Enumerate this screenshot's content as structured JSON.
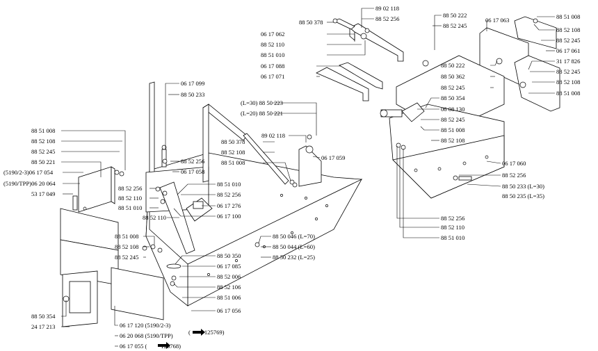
{
  "callouts": [
    {
      "id": "c1",
      "text": "89 02 118"
    },
    {
      "id": "c2",
      "text": "88 50 378"
    },
    {
      "id": "c3",
      "text": "88 52 256"
    },
    {
      "id": "c4",
      "text": "06 17 062"
    },
    {
      "id": "c5",
      "text": "88 52 110"
    },
    {
      "id": "c6",
      "text": "88 51 010"
    },
    {
      "id": "c7",
      "text": "06 17 088"
    },
    {
      "id": "c8",
      "text": "06 17 071"
    },
    {
      "id": "c9",
      "text": "88 50 222"
    },
    {
      "id": "c10",
      "text": "88 52 245"
    },
    {
      "id": "c11",
      "text": "06 17 063"
    },
    {
      "id": "c12",
      "text": "88 51 008"
    },
    {
      "id": "c13",
      "text": "88 52 108"
    },
    {
      "id": "c14",
      "text": "88 52 245"
    },
    {
      "id": "c15",
      "text": "06 17 061"
    },
    {
      "id": "c16",
      "text": "31 17 826"
    },
    {
      "id": "c17",
      "text": "88 52 245"
    },
    {
      "id": "c18",
      "text": "88 52 108"
    },
    {
      "id": "c19",
      "text": "88 51 008"
    },
    {
      "id": "c20",
      "text": "88 50 222"
    },
    {
      "id": "c21",
      "text": "88 50 362"
    },
    {
      "id": "c22",
      "text": "88 52 245"
    },
    {
      "id": "c23",
      "text": "88 50 354"
    },
    {
      "id": "c24",
      "text": "06 08 130"
    },
    {
      "id": "c25",
      "text": "88 52 245"
    },
    {
      "id": "c26",
      "text": "88 51 008"
    },
    {
      "id": "c27",
      "text": "88 52 108"
    },
    {
      "id": "c28",
      "text": "06 17 060"
    },
    {
      "id": "c29",
      "text": "88 52 256"
    },
    {
      "id": "c30",
      "text": "88 50 233",
      "note": "(L=30)"
    },
    {
      "id": "c31",
      "text": "88 50 235",
      "note": "(L=35)"
    },
    {
      "id": "c32",
      "text": "88 52 256"
    },
    {
      "id": "c33",
      "text": "88 52 110"
    },
    {
      "id": "c34",
      "text": "88 51 010"
    },
    {
      "id": "c35",
      "text": "06 17 099"
    },
    {
      "id": "c36",
      "text": "88 50 233"
    },
    {
      "id": "c37",
      "text": "88 50 223",
      "pre": "(L=30)"
    },
    {
      "id": "c38",
      "text": "88 50 221",
      "pre": "(L=20)"
    },
    {
      "id": "c39",
      "text": "89 02 118"
    },
    {
      "id": "c40",
      "text": "88 50 378"
    },
    {
      "id": "c41",
      "text": "88 52 108"
    },
    {
      "id": "c42",
      "text": "88 51 008"
    },
    {
      "id": "c43",
      "text": "06 17 059"
    },
    {
      "id": "c44",
      "text": "88 52 256"
    },
    {
      "id": "c45",
      "text": "06 17 058"
    },
    {
      "id": "c46",
      "text": "88 51 008"
    },
    {
      "id": "c47",
      "text": "88 52 108"
    },
    {
      "id": "c48",
      "text": "88 52 245"
    },
    {
      "id": "c49",
      "text": "88 50 221"
    },
    {
      "id": "c50",
      "text": "06 17 054",
      "pre": "(5190/2-3)"
    },
    {
      "id": "c51",
      "text": "06 20 064",
      "pre": "(5190/TPP)"
    },
    {
      "id": "c52",
      "text": "53 17 049"
    },
    {
      "id": "c53",
      "text": "88 52 256"
    },
    {
      "id": "c54",
      "text": "88 52 110"
    },
    {
      "id": "c55",
      "text": "88 51 010"
    },
    {
      "id": "c56",
      "text": "88 51 010"
    },
    {
      "id": "c57",
      "text": "88 52 256"
    },
    {
      "id": "c58",
      "text": "06 17 276"
    },
    {
      "id": "c59",
      "text": "88 52 110"
    },
    {
      "id": "c60",
      "text": "06 17 100"
    },
    {
      "id": "c61",
      "text": "88 51 008"
    },
    {
      "id": "c62",
      "text": "88 52 108"
    },
    {
      "id": "c63",
      "text": "88 52 245"
    },
    {
      "id": "c64",
      "text": "88 50 046",
      "note": "(L=70)"
    },
    {
      "id": "c65",
      "text": "88 50 044",
      "note": "(L=60)"
    },
    {
      "id": "c66",
      "text": "88 50 232",
      "note": "(L=25)"
    },
    {
      "id": "c67",
      "text": "88 50 350"
    },
    {
      "id": "c68",
      "text": "06 17 085"
    },
    {
      "id": "c69",
      "text": "88 52 006"
    },
    {
      "id": "c70",
      "text": "88 52 106"
    },
    {
      "id": "c71",
      "text": "88 51 006"
    },
    {
      "id": "c72",
      "text": "06 17 056"
    },
    {
      "id": "c73",
      "text": "88 50 354"
    },
    {
      "id": "c74",
      "text": "24 17 213"
    },
    {
      "id": "c75",
      "text": "06 17 120",
      "note": "(5190/2-3)"
    },
    {
      "id": "c76",
      "text": "06 20 068",
      "note": "(5190/TPP)"
    },
    {
      "id": "c77",
      "text": "06 17 055",
      "note": "125768"
    },
    {
      "id": "c78",
      "text": "125769"
    }
  ]
}
